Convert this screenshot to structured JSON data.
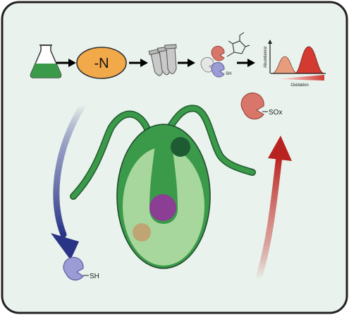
{
  "workflow": {
    "nitrogen_label": "-N",
    "abundance_label": "Abundance",
    "oxidation_label": "Oxidation"
  },
  "labels": {
    "probe_sh": "SH",
    "sox": "SOx",
    "reduced_sh": "SH"
  },
  "colors": {
    "panel_bg": "#e9f2ec",
    "panel_border": "#222222",
    "flask_liquid": "#3a9a4a",
    "nitrogen_oval": "#f2a94a",
    "tube_gray": "#b8b8b8",
    "protein_white": "#e6e6e6",
    "protein_red": "#d9766a",
    "protein_blue": "#9b9bd6",
    "peak_orange": "#e89c7e",
    "peak_red": "#d23a32",
    "cell_outer": "#3a9a4a",
    "cell_inner": "#a7d79c",
    "nucleus": "#8c3d94",
    "eyespot": "#1e5a32",
    "granule": "#c2a070",
    "arrow_blue": "#2a3486",
    "arrow_red": "#b9231f"
  }
}
